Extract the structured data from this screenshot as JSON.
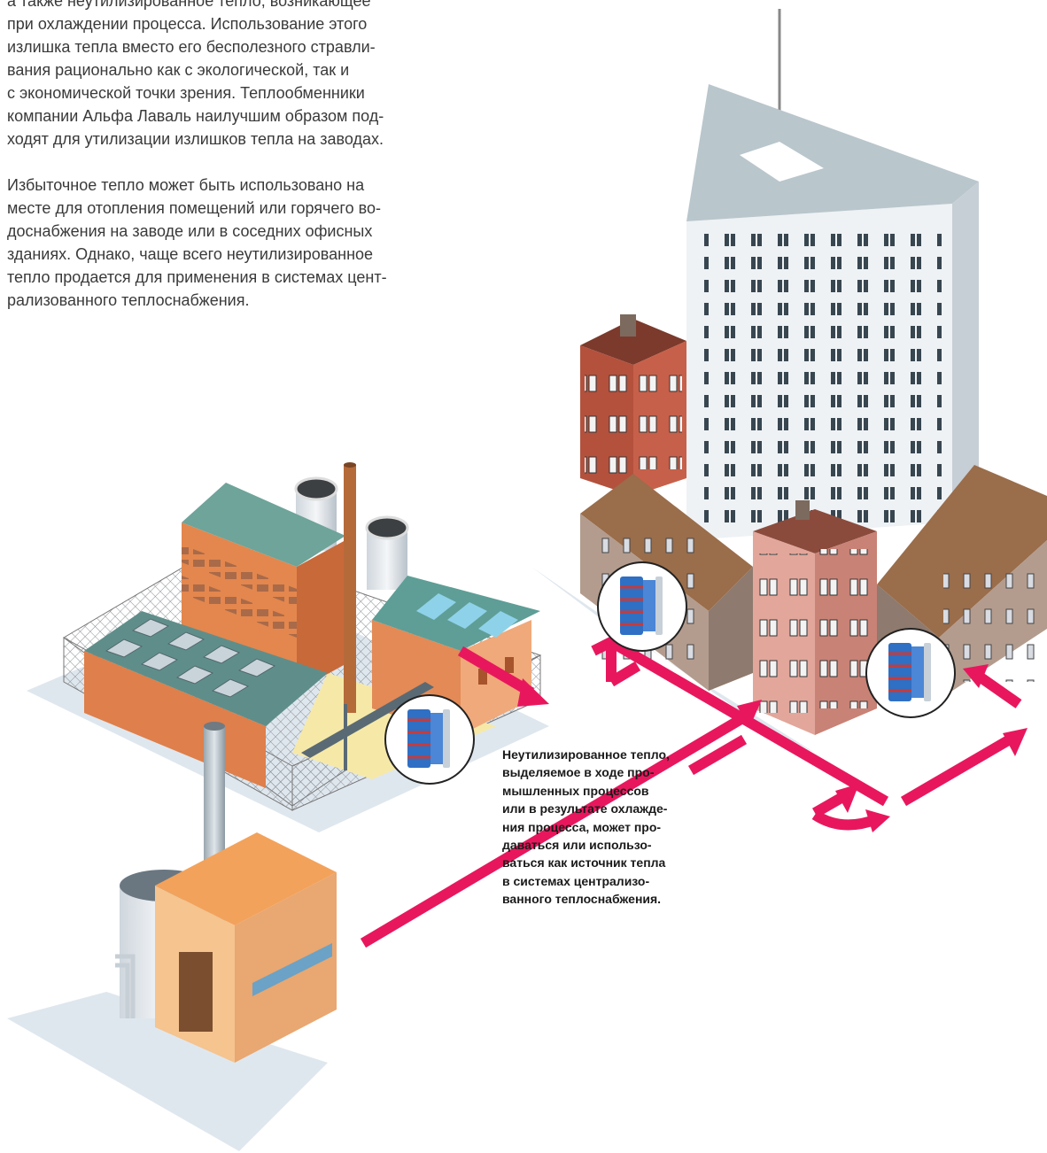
{
  "intro": {
    "paragraph_1": "а также неутилизированное тепло, возникающее\nпри охлаждении процесса. Использование этого\nизлишка тепла вместо его бесполезного стравли-\nвания рационально как с экологической, так и\nс экономической точки зрения. Теплообменники\nкомпании Альфа Лаваль наилучшим образом под-\nходят для утилизации излишков тепла на заводах.",
    "paragraph_2": "Избыточное тепло может быть использовано на\nместе для отопления помещений или горячего во-\nдоснабжения на заводе или в соседних офисных\nзданиях. Однако, чаще всего неутилизированное\nтепло продается для применения в системах цент-\nрализованного теплоснабжения."
  },
  "caption": "Неутилизированное тепло,\nвыделяемое в ходе про-\nмышленных процессов\nили в результате охлажде-\nния процесса, может про-\nдаваться или использо-\nваться как источник тепла\nв системах централизо-\nванного теплоснабжения.",
  "colors": {
    "heat_pipe": "#e8175d",
    "exchanger_blue": "#2f6fc4",
    "brick_red": "#b8503c",
    "roof_teal": "#5e9e96",
    "tower_white": "#e9eef2",
    "boiler_orange": "#f2a463"
  }
}
